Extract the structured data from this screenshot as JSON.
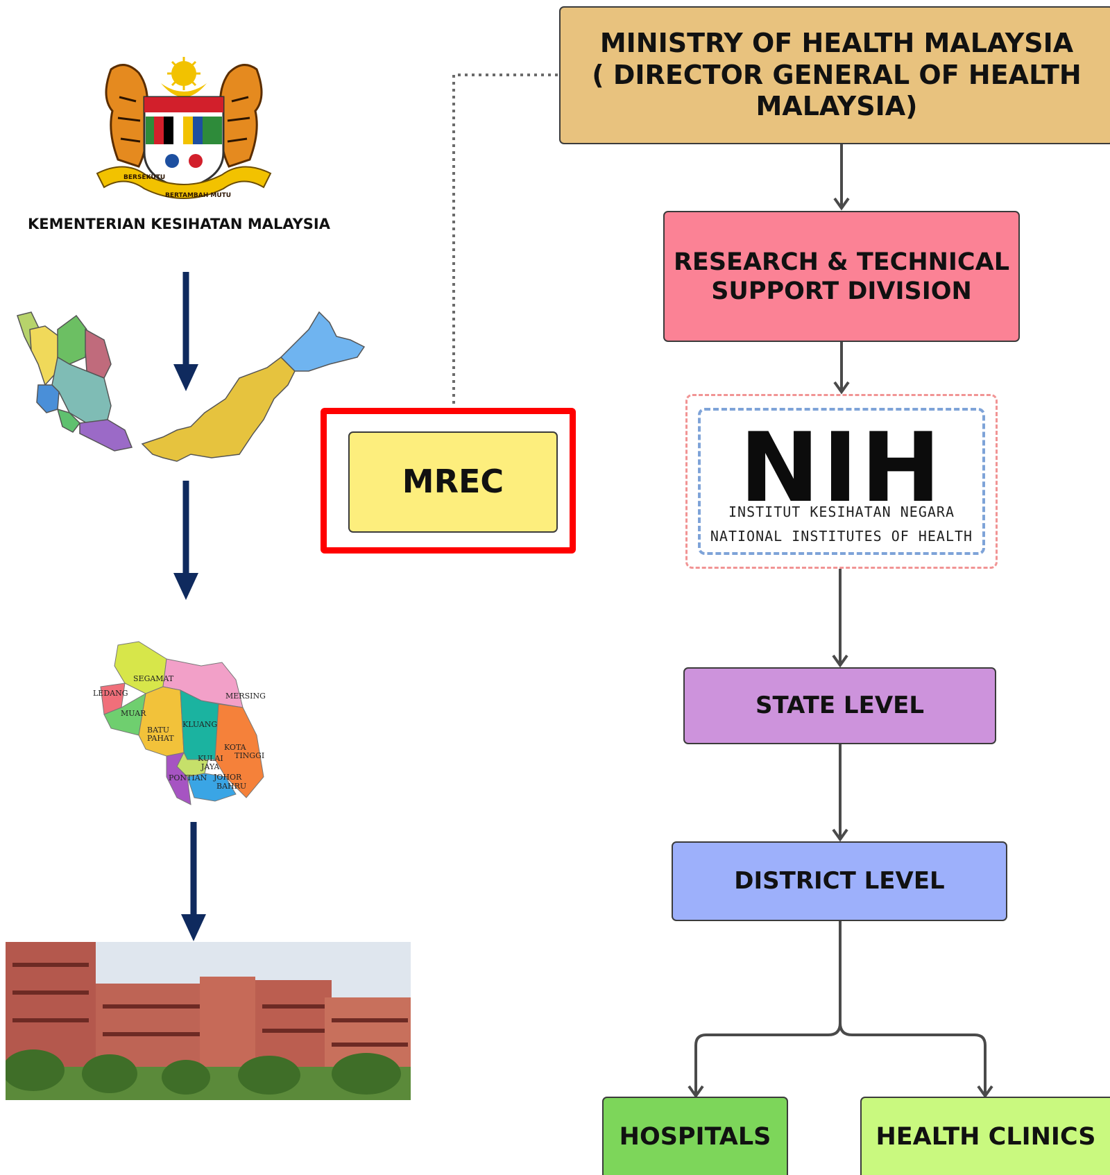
{
  "emblem": {
    "caption": "KEMENTERIAN KESIHATAN MALAYSIA",
    "ribbon_left": "BERSEKUTU",
    "ribbon_right": "BERTAMBAH MUTU"
  },
  "nodes": {
    "ministry": {
      "line1": "MINISTRY OF HEALTH MALAYSIA",
      "line2": "( DIRECTOR GENERAL OF HEALTH",
      "line3": "MALAYSIA)",
      "color": "#e8c27e"
    },
    "research": {
      "line1": "RESEARCH & TECHNICAL",
      "line2": "SUPPORT DIVISION",
      "color": "#fb8295"
    },
    "mrec": {
      "label": "MREC",
      "color": "#fdee7d",
      "highlight": "#ff0000"
    },
    "nih": {
      "logo": "NIH",
      "line1": "INSTITUT KESIHATAN NEGARA",
      "line2": "NATIONAL INSTITUTES OF HEALTH"
    },
    "state": {
      "label": "STATE LEVEL",
      "color": "#cd93dc"
    },
    "district": {
      "label": "DISTRICT LEVEL",
      "color": "#9db0fb"
    },
    "hospitals": {
      "label": "HOSPITALS",
      "color": "#7dd65a"
    },
    "clinics": {
      "label": "HEALTH CLINICS",
      "color": "#c9f97f"
    }
  },
  "johor_map": {
    "districts": [
      "SEGAMAT",
      "LEDANG",
      "MUAR",
      "MERSING",
      "BATU",
      "PAHAT",
      "KLUANG",
      "KOTA",
      "TINGGI",
      "KULAI",
      "JAYA",
      "PONTIAN",
      "JOHOR",
      "BAHRU"
    ]
  }
}
